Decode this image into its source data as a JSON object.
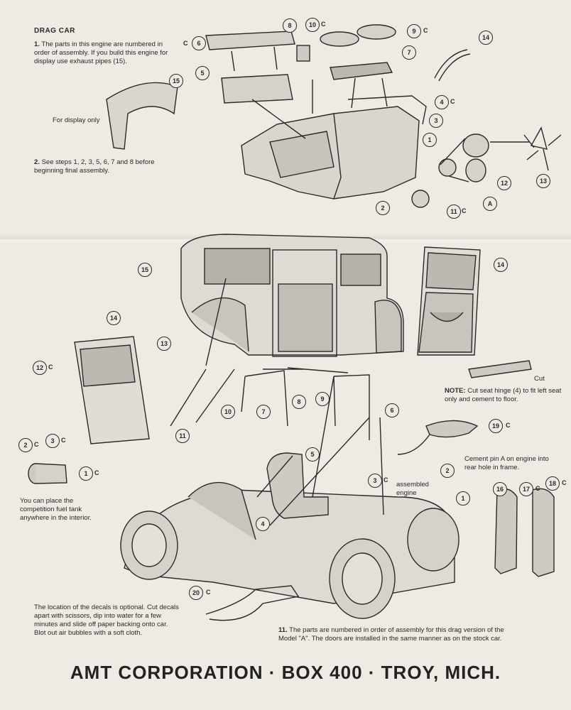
{
  "engine_section": {
    "title": "DRAG CAR",
    "step1_num": "1.",
    "step1_text": "The parts in this engine are numbered in order of assembly. If you build this engine for display use exhaust pipes (15).",
    "display_note": "For display only",
    "step2_num": "2.",
    "step2_text": "See steps 1, 2, 3, 5, 6, 7 and 8 before beginning final assembly."
  },
  "chassis_section": {
    "fuel_tank_note": "You can place the competition fuel tank anywhere in the interior.",
    "note_label": "NOTE:",
    "note_text": "Cut seat hinge (4) to fit left seat only and cement to floor.",
    "cut_label": "Cut",
    "pin_note": "Cement pin A on engine into rear hole in frame.",
    "assembled_engine": "assembled engine",
    "decal_note": "The location of the decals is optional. Cut decals apart with scissors, dip into water for a few minutes and slide off paper backing onto car. Blot out air bubbles with a soft cloth.",
    "step11_num": "11.",
    "step11_text": "The parts are numbered in order of assembly for this drag version of the Model \"A\". The doors are installed in the same manner as on the stock car."
  },
  "callouts_top": [
    "6",
    "8",
    "10",
    "9",
    "14",
    "7",
    "5",
    "15",
    "4",
    "3",
    "1",
    "2",
    "12",
    "13",
    "11",
    "A"
  ],
  "callouts_bottom": [
    "15",
    "14",
    "14",
    "13",
    "12",
    "10",
    "11",
    "7",
    "8",
    "9",
    "6",
    "2",
    "3",
    "1",
    "5",
    "4",
    "3",
    "19",
    "2",
    "1",
    "16",
    "17",
    "18",
    "20"
  ],
  "c_suffix": "C",
  "footer": "AMT CORPORATION · BOX 400 · TROY, MICH."
}
